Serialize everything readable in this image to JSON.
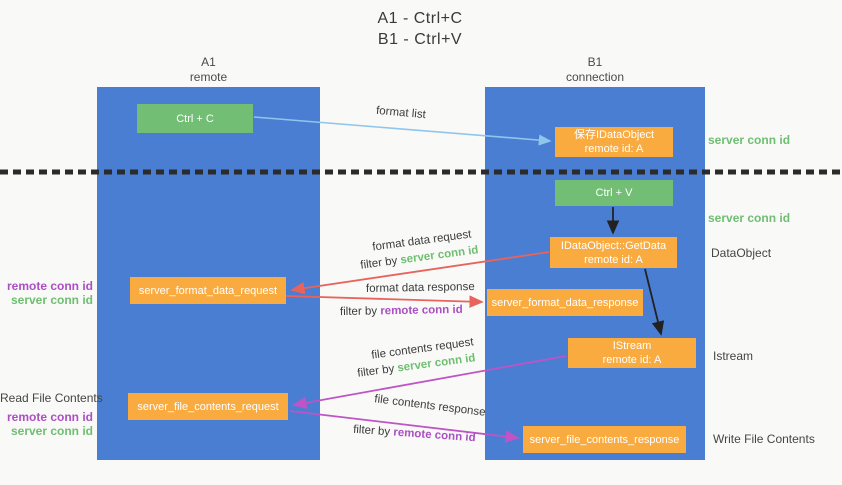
{
  "title": {
    "line1": "A1 - Ctrl+C",
    "line2": "B1 - Ctrl+V"
  },
  "columns": {
    "left": {
      "id": "A1",
      "label": "remote"
    },
    "right": {
      "id": "B1",
      "label": "connection"
    }
  },
  "nodes": {
    "ctrl_c": {
      "label": "Ctrl + C"
    },
    "ctrl_v": {
      "label": "Ctrl + V"
    },
    "save_idataobject": {
      "line1": "保存IDataObject",
      "line2": "remote id: A"
    },
    "getdata": {
      "line1": "IDataObject::GetData",
      "line2": "remote id: A"
    },
    "istream": {
      "line1": "IStream",
      "line2": "remote id: A"
    },
    "server_format_data_request": {
      "label": "server_format_data_request"
    },
    "server_format_data_response": {
      "label": "server_format_data_response"
    },
    "server_file_contents_request": {
      "label": "server_file_contents_request"
    },
    "server_file_contents_response": {
      "label": "server_file_contents_response"
    }
  },
  "arrow_labels": {
    "format_list": "format list",
    "format_data_request": "format data request",
    "format_data_response": "format data response",
    "file_contents_request": "file contents request",
    "file_contents_response": "file contents response",
    "filter_by": "filter by ",
    "server_conn_id": "server conn id",
    "remote_conn_id": "remote conn id"
  },
  "side_labels": {
    "server_conn_id": "server conn id",
    "remote_conn_id": "remote conn id",
    "dataobject": "DataObject",
    "istream": "Istream",
    "read_file_contents": "Read File Contents",
    "write_file_contents": "Write File Contents"
  },
  "colors": {
    "column_blue": "#4a7ed2",
    "box_green": "#72be74",
    "box_orange": "#f9ab40",
    "arrow_blue": "#8fc6eb",
    "arrow_red": "#e8635c",
    "arrow_magenta": "#be54c5",
    "arrow_black": "#222222",
    "text_green": "#6fbe72",
    "text_purple": "#ab4fc3",
    "background": "#f9f9f8"
  }
}
